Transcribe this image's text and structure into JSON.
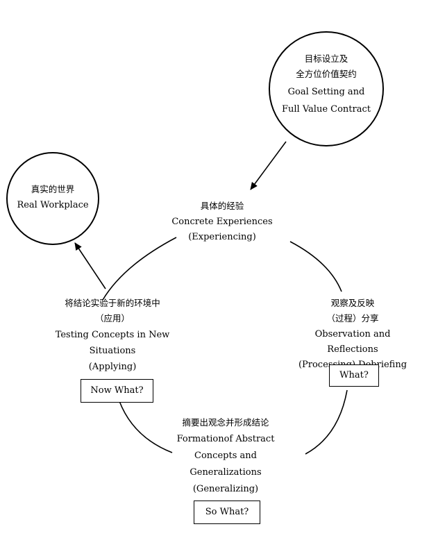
{
  "goal": {
    "cn": "目标设立及\n全方位价值契约",
    "en": "Goal Setting and\nFull Value Contract"
  },
  "real_world": {
    "cn": "真实的世界",
    "en": "Real Workplace"
  },
  "concrete": {
    "cn": "具体的经验",
    "en": "Concrete Experiences\n(Experiencing)"
  },
  "reflect": {
    "cn": "观察及反映\n（过程）分享",
    "en": "Observation and Reflections\n(Processing) Debriefing",
    "box": "What?"
  },
  "apply": {
    "cn": "将结论实验于新的环境中\n（应用）",
    "en": "Testing Concepts in New\nSituations\n(Applying)",
    "box": "Now What?"
  },
  "abstract": {
    "cn": "摘要出观念并形成结论",
    "en": "Formationof Abstract\nConcepts and\nGeneralizations\n(Generalizing)",
    "box": "So What?"
  }
}
